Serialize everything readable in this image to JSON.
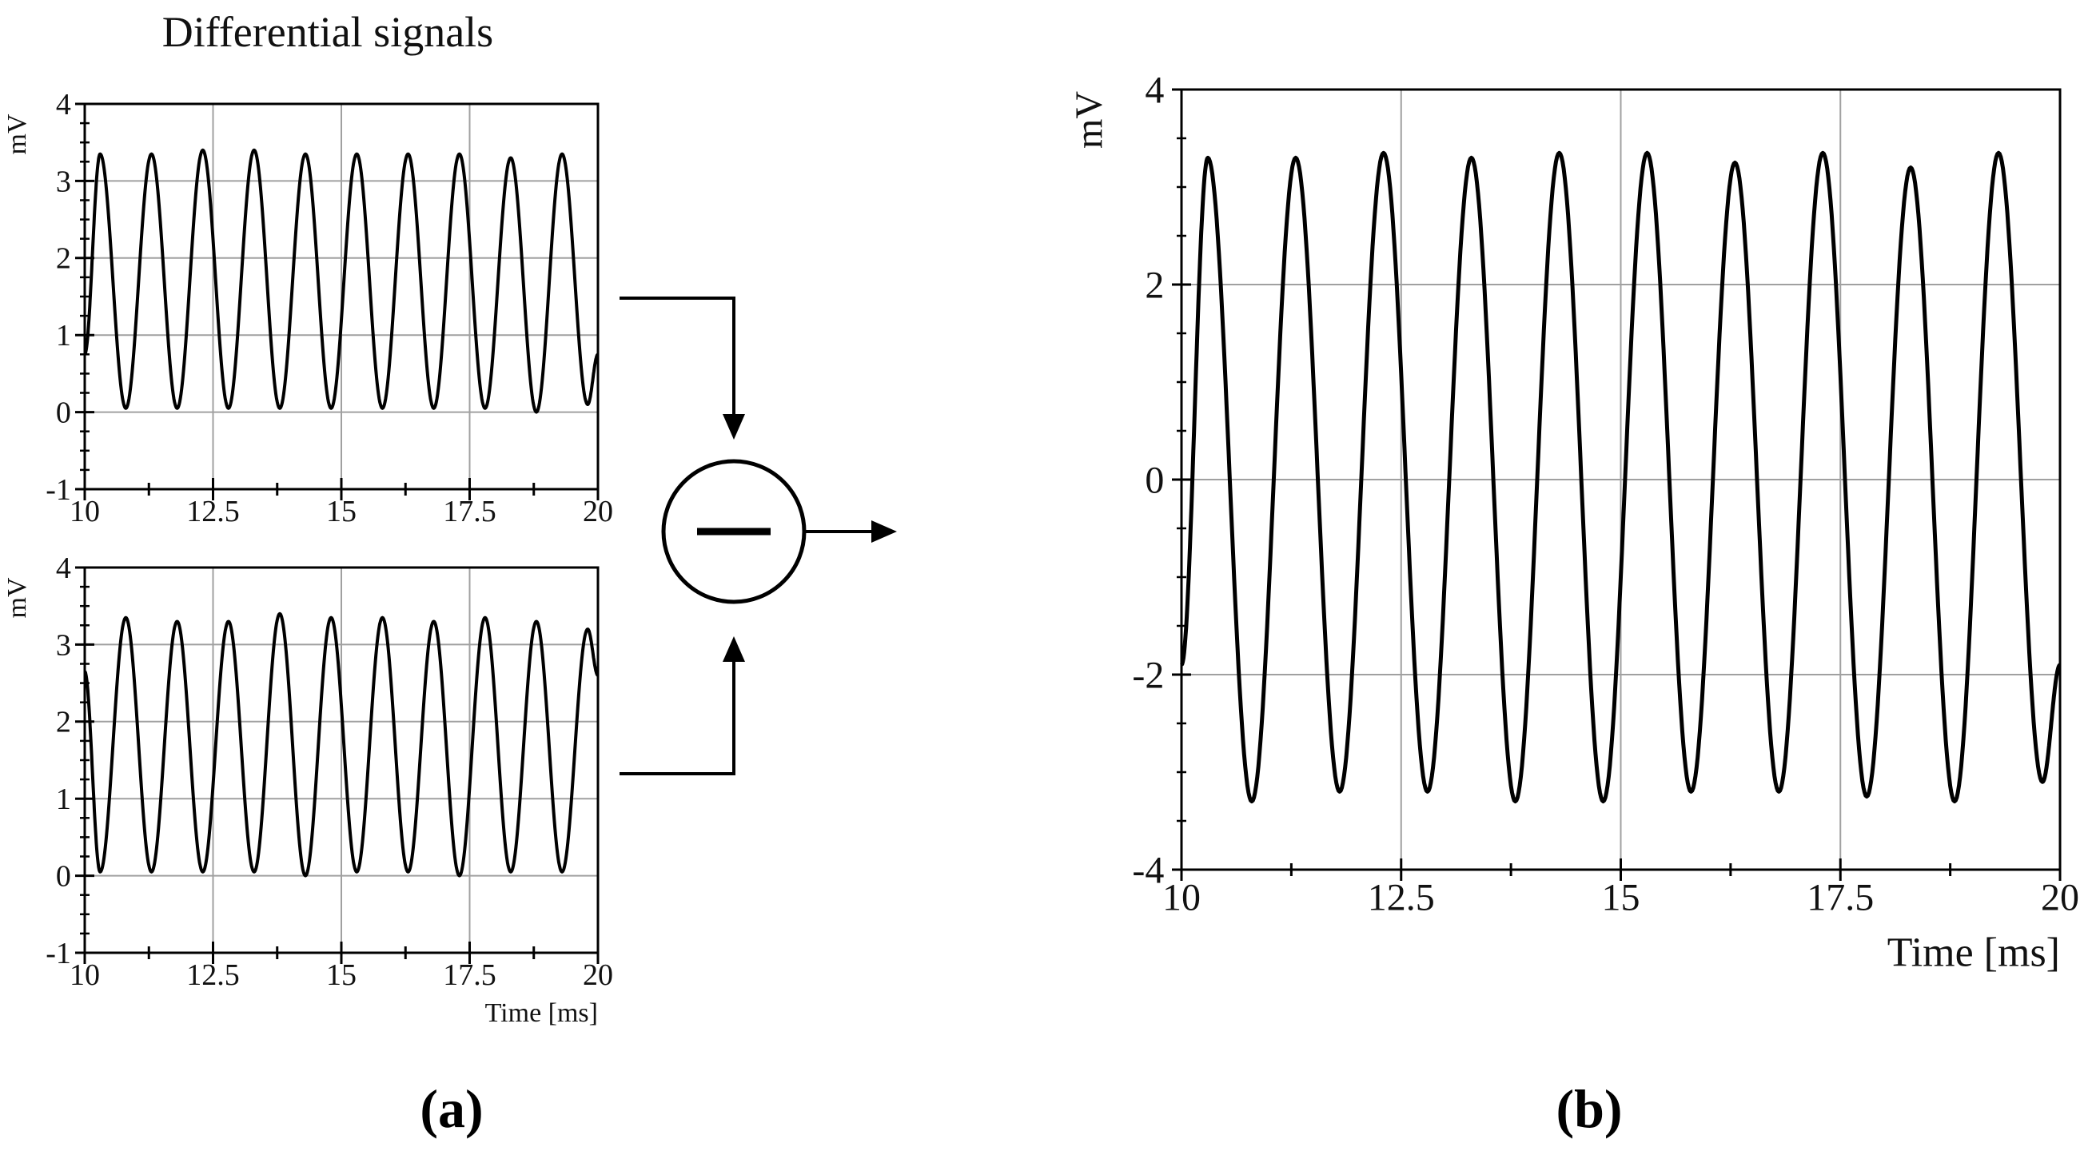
{
  "figure": {
    "title": "Differential signals",
    "panel_labels": [
      "(a)",
      "(b)"
    ],
    "line_color": "#000000",
    "grid_color": "#a0a0a0"
  },
  "chart_data": [
    {
      "id": "top",
      "type": "line",
      "title": "Differential signals",
      "xlabel": "",
      "ylabel": "mV",
      "xlim": [
        10,
        20
      ],
      "ylim": [
        -1,
        4
      ],
      "xticks": [
        "10",
        "12.5",
        "15",
        "17.5",
        "20"
      ],
      "yticks": [
        "-1",
        "0",
        "1",
        "2",
        "3",
        "4"
      ],
      "grid": true,
      "series": [
        {
          "frequency_khz": 1.0,
          "x": [
            10.0,
            10.3,
            10.8,
            11.3,
            11.8,
            12.3,
            12.8,
            13.3,
            13.8,
            14.3,
            14.8,
            15.3,
            15.8,
            16.3,
            16.8,
            17.3,
            17.8,
            18.3,
            18.8,
            19.3,
            19.8,
            20.0
          ],
          "y": [
            0.75,
            3.35,
            0.05,
            3.35,
            0.05,
            3.4,
            0.05,
            3.4,
            0.05,
            3.35,
            0.05,
            3.35,
            0.05,
            3.35,
            0.05,
            3.35,
            0.05,
            3.3,
            0.0,
            3.35,
            0.1,
            0.75
          ]
        }
      ]
    },
    {
      "id": "bottom",
      "type": "line",
      "xlabel": "Time [ms]",
      "ylabel": "mV",
      "xlim": [
        10,
        20
      ],
      "ylim": [
        -1,
        4
      ],
      "xticks": [
        "10",
        "12.5",
        "15",
        "17.5",
        "20"
      ],
      "yticks": [
        "-1",
        "0",
        "1",
        "2",
        "3",
        "4"
      ],
      "grid": true,
      "series": [
        {
          "frequency_khz": 1.0,
          "x": [
            10.0,
            10.3,
            10.8,
            11.3,
            11.8,
            12.3,
            12.8,
            13.3,
            13.8,
            14.3,
            14.8,
            15.3,
            15.8,
            16.3,
            16.8,
            17.3,
            17.8,
            18.3,
            18.8,
            19.3,
            19.8,
            20.0
          ],
          "y": [
            2.65,
            0.05,
            3.35,
            0.05,
            3.3,
            0.05,
            3.3,
            0.05,
            3.4,
            0.0,
            3.35,
            0.05,
            3.35,
            0.05,
            3.3,
            0.0,
            3.35,
            0.05,
            3.3,
            0.05,
            3.2,
            2.6
          ]
        }
      ]
    },
    {
      "id": "diff",
      "type": "line",
      "xlabel": "Time [ms]",
      "ylabel": "mV",
      "xlim": [
        10,
        20
      ],
      "ylim": [
        -4,
        4
      ],
      "xticks": [
        "10",
        "12.5",
        "15",
        "17.5",
        "20"
      ],
      "yticks": [
        "-4",
        "-2",
        "0",
        "2",
        "4"
      ],
      "grid": true,
      "series": [
        {
          "frequency_khz": 1.0,
          "x": [
            10.0,
            10.3,
            10.8,
            11.3,
            11.8,
            12.3,
            12.8,
            13.3,
            13.8,
            14.3,
            14.8,
            15.3,
            15.8,
            16.3,
            16.8,
            17.3,
            17.8,
            18.3,
            18.8,
            19.3,
            19.8,
            20.0
          ],
          "y": [
            -1.9,
            3.3,
            -3.3,
            3.3,
            -3.2,
            3.35,
            -3.2,
            3.3,
            -3.3,
            3.35,
            -3.3,
            3.35,
            -3.2,
            3.25,
            -3.2,
            3.35,
            -3.25,
            3.2,
            -3.3,
            3.35,
            -3.1,
            -1.9
          ]
        }
      ]
    }
  ],
  "operator": {
    "symbol": "minus"
  }
}
